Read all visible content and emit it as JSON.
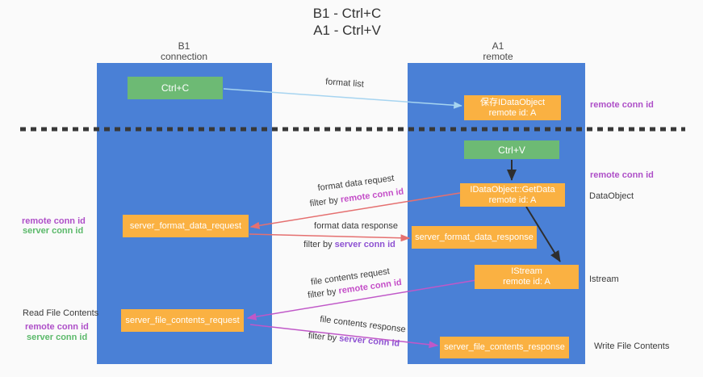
{
  "title": {
    "line1": "B1 - Ctrl+C",
    "line2": "A1 - Ctrl+V"
  },
  "columns": {
    "left": {
      "name": "B1",
      "role": "connection"
    },
    "right": {
      "name": "A1",
      "role": "remote"
    }
  },
  "nodes": {
    "ctrl_c": "Ctrl+C",
    "ctrl_v": "Ctrl+V",
    "save_dataobject_line1": "保存IDataObject",
    "save_dataobject_line2": "remote id: A",
    "getdata_line1": "IDataObject::GetData",
    "getdata_line2": "remote id: A",
    "istream_line1": "IStream",
    "istream_line2": "remote id: A",
    "server_format_data_request": "server_format_data_request",
    "server_format_data_response": "server_format_data_response",
    "server_file_contents_request": "server_file_contents_request",
    "server_file_contents_response": "server_file_contents_response"
  },
  "edge_labels": {
    "format_list": "format list",
    "format_data_request": "format data request",
    "format_data_response": "format data response",
    "file_contents_request": "file contents request",
    "file_contents_response": "file contents response",
    "filter_by": "filter by",
    "remote_conn_id": "remote conn id",
    "server_conn_id": "server conn id"
  },
  "side_labels": {
    "remote_conn_id": "remote conn id",
    "server_conn_id": "server conn id",
    "dataobject": "DataObject",
    "istream": "Istream",
    "read_file_contents": "Read File Contents",
    "write_file_contents": "Write File Contents"
  },
  "colors": {
    "lifeline_blue": "#4A80D6",
    "green": "#6DBA74",
    "orange": "#FAB142",
    "light_blue_arrow": "#A6D4F0",
    "salmon_arrow": "#E57070",
    "magenta_arrow": "#C058C8",
    "black_arrow": "#2E2E2E",
    "dash_color": "#383838",
    "magenta_text": "#C44EC8",
    "violet_text": "#8E52D2",
    "purple_text": "#AE4FC8",
    "green_text": "#5BB96A"
  }
}
